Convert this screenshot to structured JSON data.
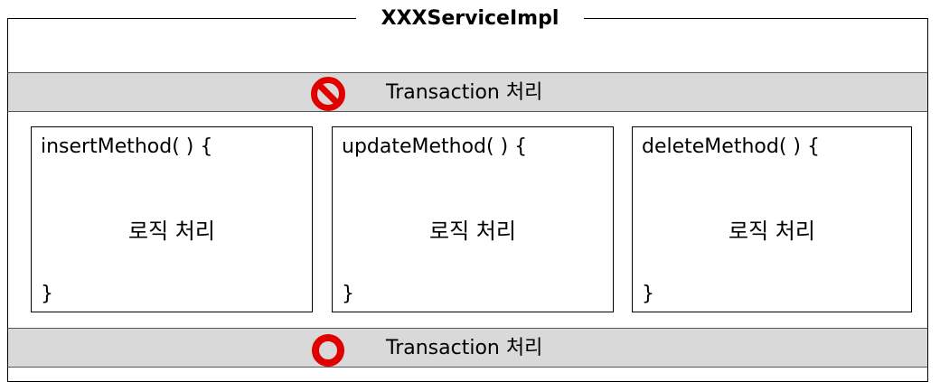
{
  "diagram": {
    "title": "XXXServiceImpl",
    "top_band": {
      "label": "Transaction 처리",
      "icon": "prohibited-icon",
      "icon_color": "#e00000"
    },
    "bottom_band": {
      "label": "Transaction 처리",
      "icon": "circle-ok-icon",
      "icon_color": "#e00000"
    },
    "band_color": "#d9d9d9",
    "methods": [
      {
        "signature": "insertMethod( ) {",
        "body": "로직 처리",
        "close": "}"
      },
      {
        "signature": "updateMethod( ) {",
        "body": "로직 처리",
        "close": "}"
      },
      {
        "signature": "deleteMethod( ) {",
        "body": "로직 처리",
        "close": "}"
      }
    ]
  }
}
